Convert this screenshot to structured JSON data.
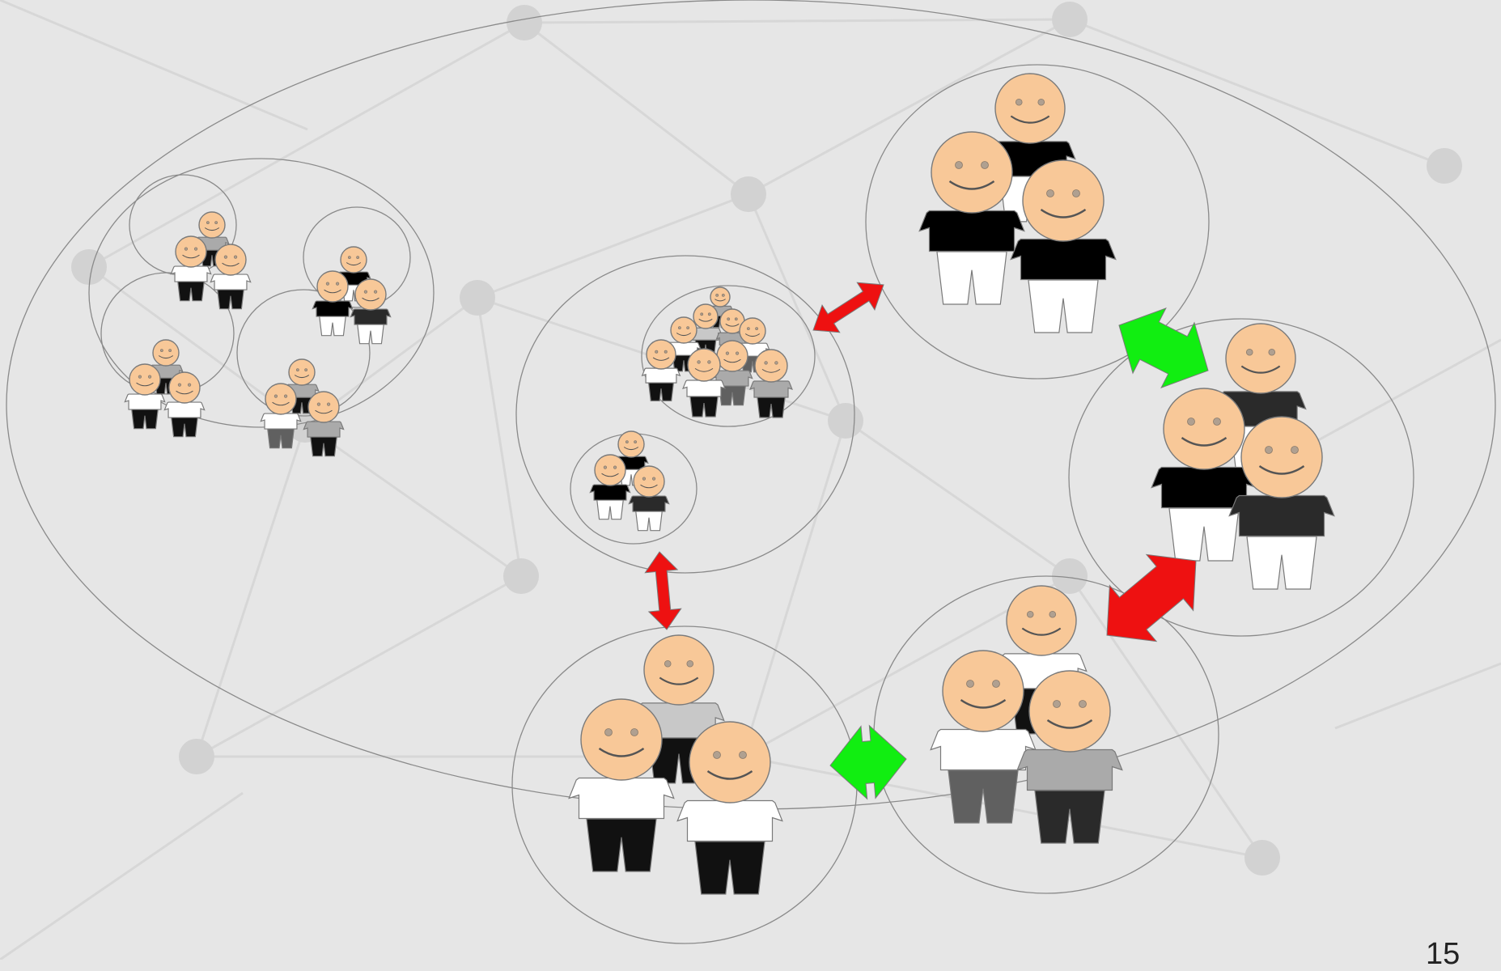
{
  "slide": {
    "page_number": "15"
  },
  "colors": {
    "background": "#e6e6e6",
    "network_line": "#d7d7d7",
    "network_node": "#d2d2d2",
    "group_outline": "#8a8a8a",
    "skin": "#f8c898",
    "skin_outline": "#7a7a7a",
    "eye": "#b0a090",
    "shirt_black": "#000000",
    "shirt_dark": "#2a2a2a",
    "shirt_gray": "#aaaaaa",
    "shirt_light": "#c8c8c8",
    "shirt_white": "#ffffff",
    "pants_black": "#111111",
    "pants_dark": "#2a2a2a",
    "pants_gray": "#606060",
    "pants_white": "#ffffff",
    "arrow_conflict": "#ee1111",
    "arrow_cooperation": "#11ee11"
  },
  "diagram": {
    "description_icons": [
      "person-icon",
      "double-arrow-icon"
    ],
    "arrow_types": [
      "conflict",
      "cooperation"
    ]
  }
}
